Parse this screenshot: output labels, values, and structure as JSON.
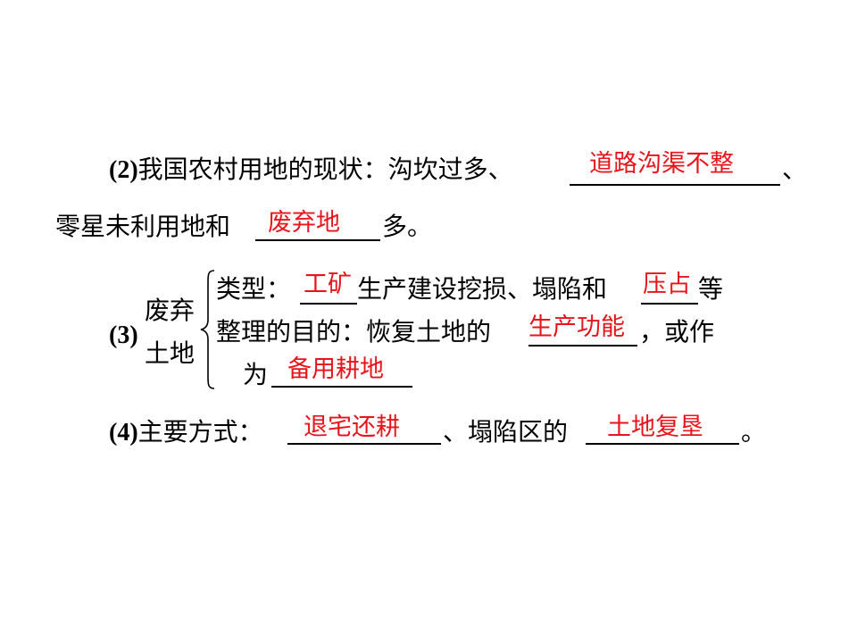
{
  "item2": {
    "number": "(2)",
    "line1_text": "我国农村用地的现状：沟坎过多、",
    "answer1": "道路沟渠不整",
    "line1_end": "、",
    "line2_text": "零星未利用地和",
    "answer2": "废弃地",
    "line2_end": "多。"
  },
  "item3": {
    "number": "(3)",
    "label_line1": "废弃",
    "label_line2": "土地",
    "type_text": "类型：",
    "answer_type1": "工矿",
    "type_mid": "生产建设挖损、塌陷和",
    "answer_type2": "压占",
    "type_end": "等",
    "purpose_text": "整理的目的：恢复土地的",
    "answer_purpose1": "生产功能",
    "purpose_end": "，或作",
    "purpose_line2": "为",
    "answer_purpose2": "备用耕地"
  },
  "item4": {
    "number": "(4)",
    "text": "主要方式：",
    "answer1": "退宅还耕",
    "mid": "、塌陷区的",
    "answer2": "土地复垦",
    "end": "。"
  }
}
